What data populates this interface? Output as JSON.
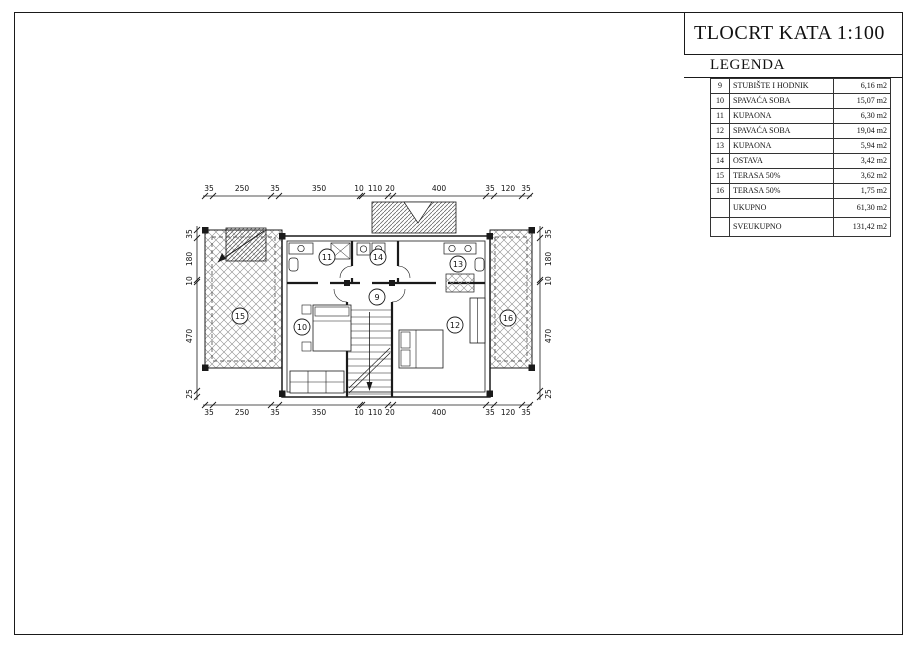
{
  "title_block": {
    "title": "TLOCRT KATA 1:100",
    "legend_title": "LEGENDA"
  },
  "legend": {
    "rows": [
      {
        "num": "9",
        "name": "STUBIŠTE I HODNIK",
        "area": "6,16 m2"
      },
      {
        "num": "10",
        "name": "SPAVAĆA SOBA",
        "area": "15,07 m2"
      },
      {
        "num": "11",
        "name": "KUPAONA",
        "area": "6,30 m2"
      },
      {
        "num": "12",
        "name": "SPAVAĆA SOBA",
        "area": "19,04 m2"
      },
      {
        "num": "13",
        "name": "KUPAONA",
        "area": "5,94 m2"
      },
      {
        "num": "14",
        "name": "OSTAVA",
        "area": "3,42 m2"
      },
      {
        "num": "15",
        "name": "TERASA 50%",
        "area": "3,62 m2"
      },
      {
        "num": "16",
        "name": "TERASA 50%",
        "area": "1,75 m2"
      }
    ],
    "totals": [
      {
        "name": "UKUPNO",
        "area": "61,30 m2"
      },
      {
        "name": "SVEUKUPNO",
        "area": "131,42 m2"
      }
    ]
  },
  "plan": {
    "rooms": [
      "9",
      "10",
      "11",
      "12",
      "13",
      "14",
      "15",
      "16"
    ],
    "dims_h": [
      "35",
      "250",
      "35",
      "350",
      "10",
      "110",
      "20",
      "400",
      "35",
      "120",
      "35"
    ],
    "dims_v": [
      "35",
      "180",
      "10",
      "470",
      "25"
    ]
  }
}
